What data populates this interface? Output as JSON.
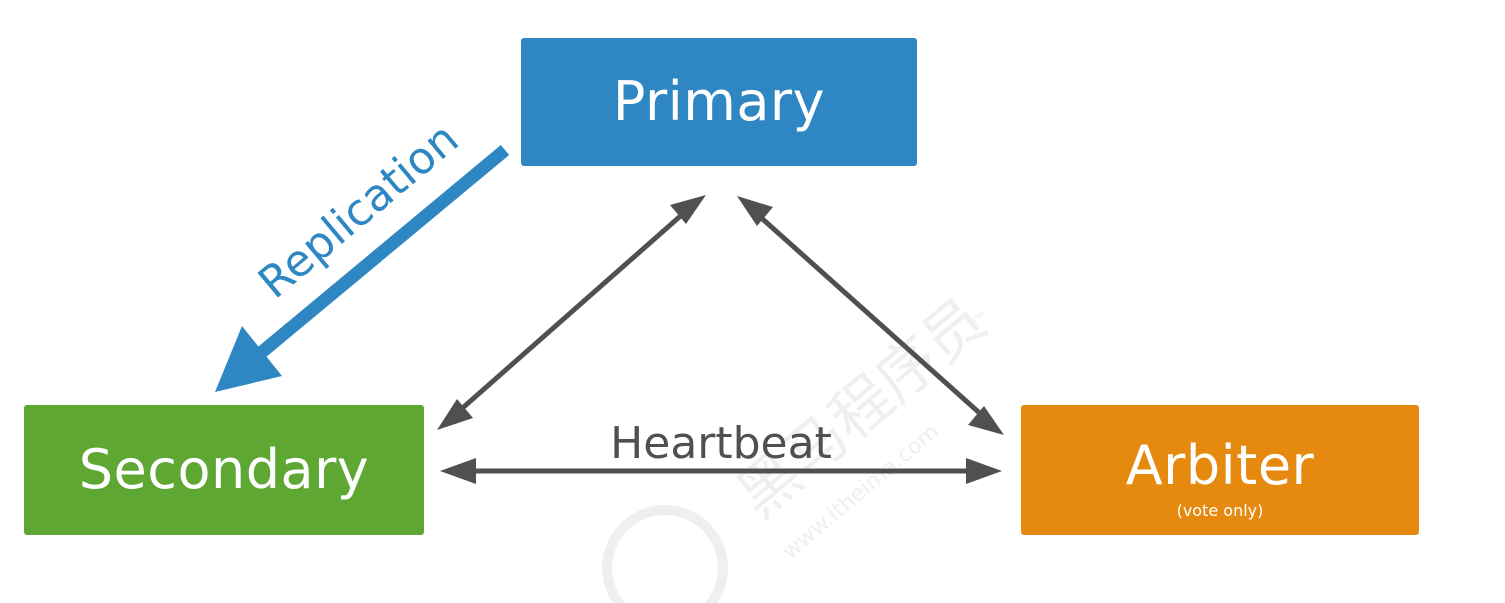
{
  "diagram": {
    "nodes": [
      {
        "id": "primary",
        "label": "Primary",
        "sublabel": "",
        "color": "#2E87C3"
      },
      {
        "id": "secondary",
        "label": "Secondary",
        "sublabel": "",
        "color": "#5EA733"
      },
      {
        "id": "arbiter",
        "label": "Arbiter",
        "sublabel": "(vote only)",
        "color": "#E58A0F"
      }
    ],
    "edges": [
      {
        "from": "primary",
        "to": "secondary",
        "label": "Replication",
        "color": "#2E87C3",
        "style": "one-way"
      },
      {
        "from": "primary",
        "to": "secondary",
        "label": "",
        "color": "#505050",
        "style": "two-way"
      },
      {
        "from": "primary",
        "to": "arbiter",
        "label": "",
        "color": "#505050",
        "style": "two-way"
      },
      {
        "from": "secondary",
        "to": "arbiter",
        "label": "Heartbeat",
        "color": "#505050",
        "style": "two-way"
      }
    ]
  },
  "watermark": {
    "text_cn": "黑马程序员",
    "text_url": "www.itheima.com",
    "mark": "TM",
    "color": "#EFEFEF"
  }
}
